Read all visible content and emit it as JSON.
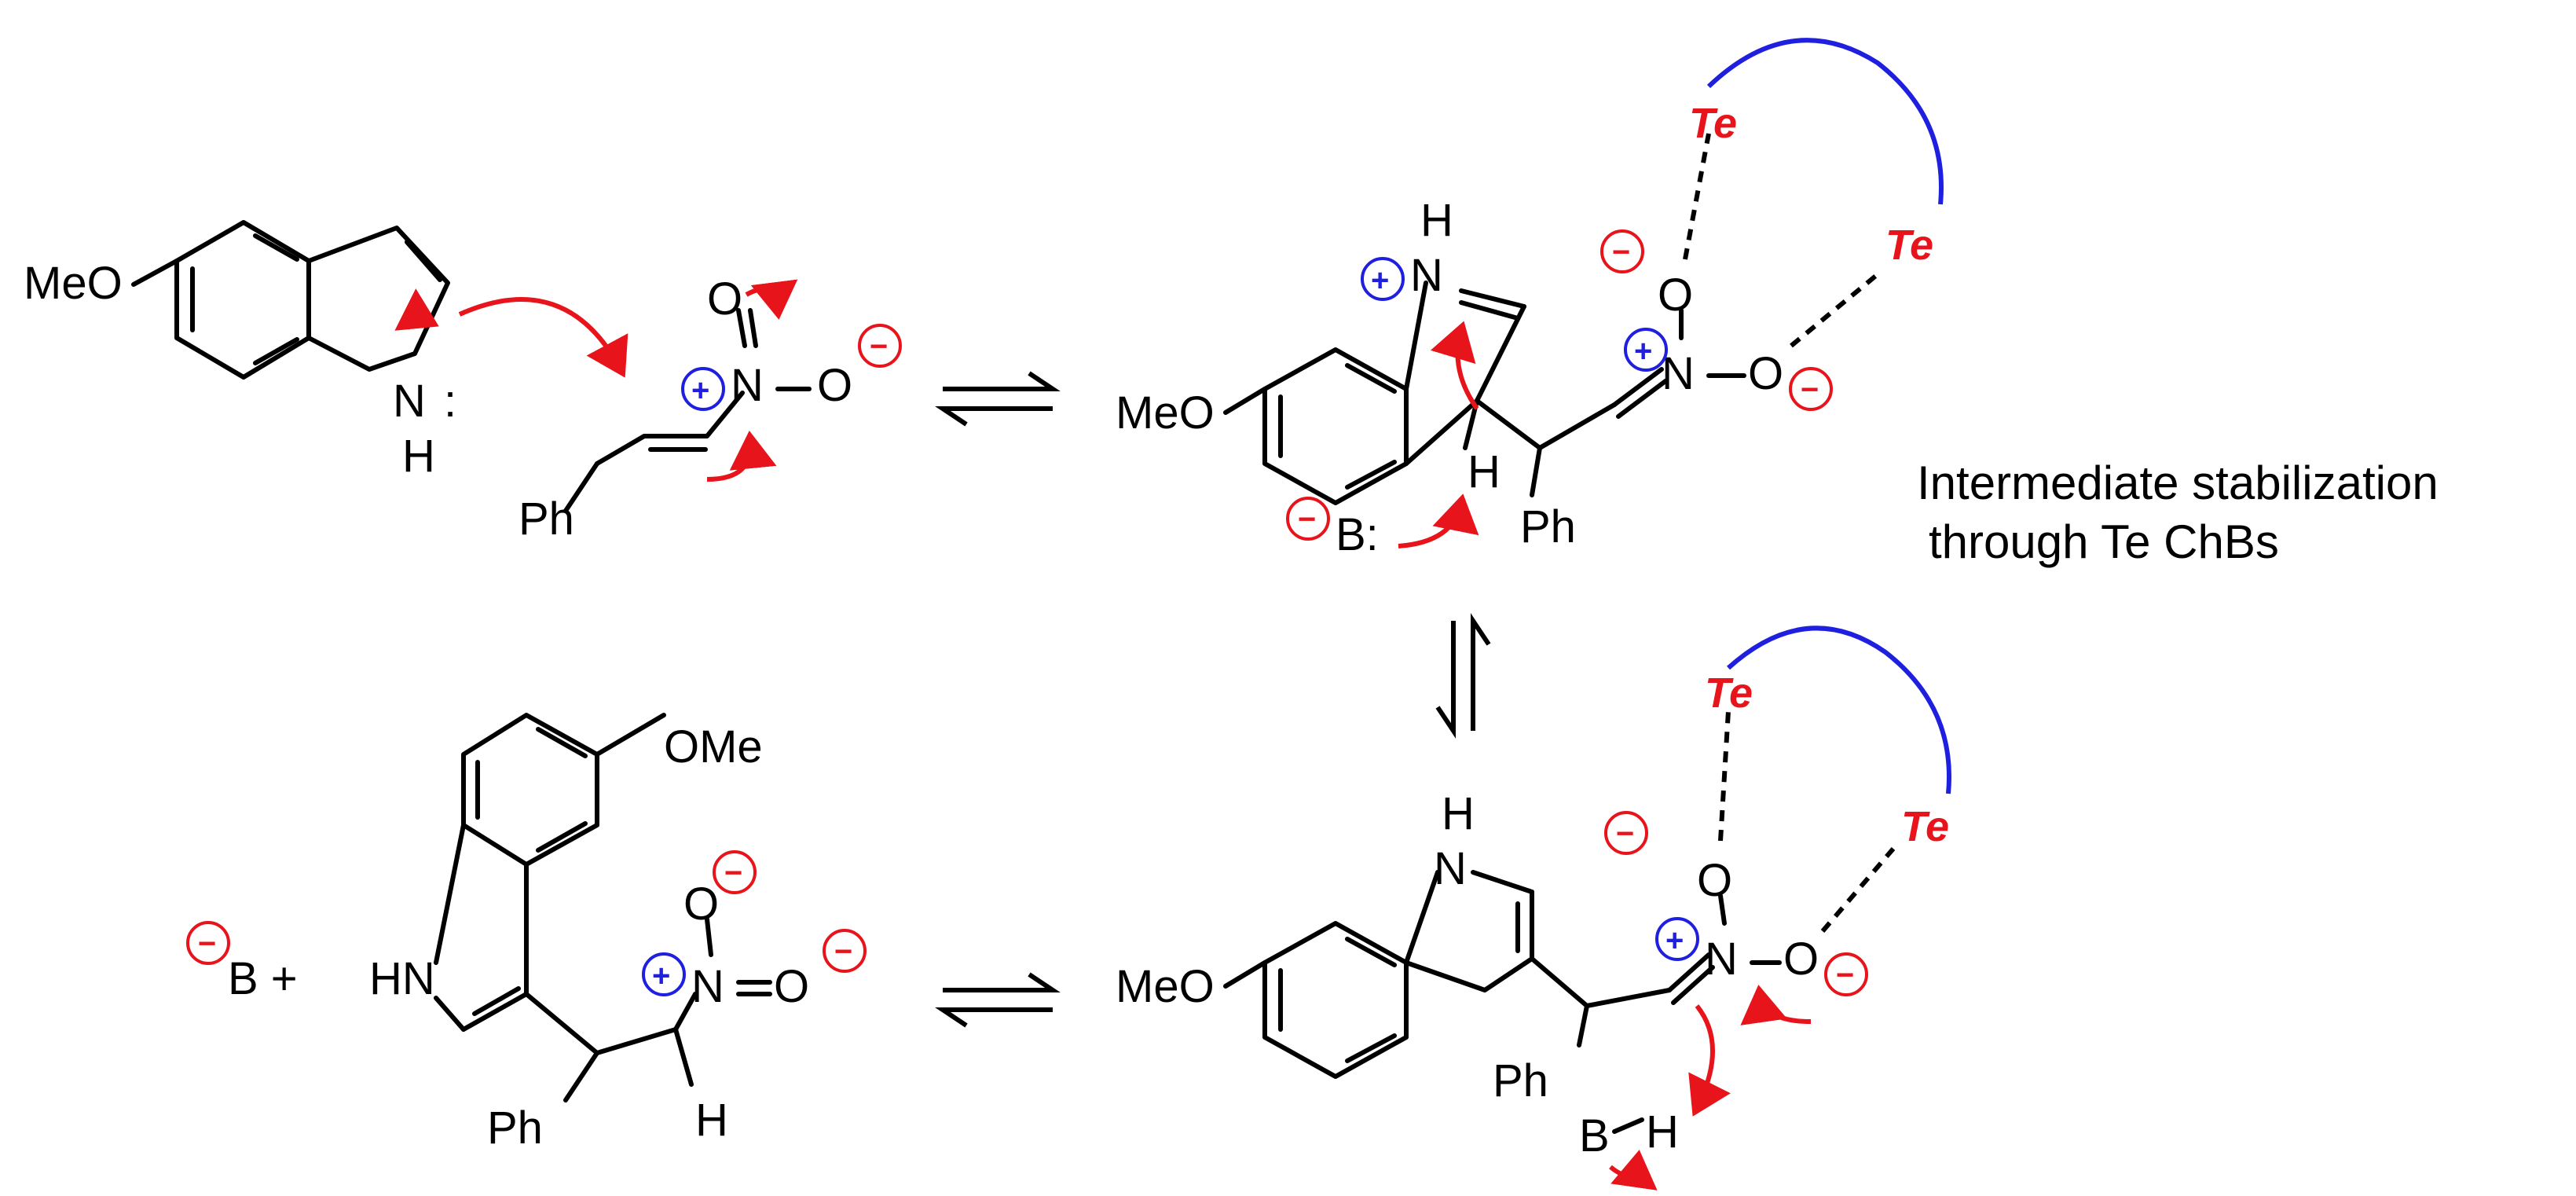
{
  "labels": {
    "meo": "MeO",
    "ome": "OMe",
    "n": "N",
    "nh": "HN",
    "h": "H",
    "o": "O",
    "ph": "Ph",
    "b": "B",
    "b_colon": "B:",
    "b_plus": "B +",
    "bh_b": "B",
    "bh_h": "H",
    "te": "Te",
    "colon": ":",
    "minus": "−",
    "equals": "="
  },
  "annotation": {
    "line1": "Intermediate stabilization",
    "line2": "through Te ChBs"
  },
  "colors": {
    "arrow": "#e8141b",
    "tether": "#1f1fe0",
    "positive_charge": "#1f1fe0",
    "negative_charge": "#e8141b",
    "tellurium": "#e8141b"
  }
}
